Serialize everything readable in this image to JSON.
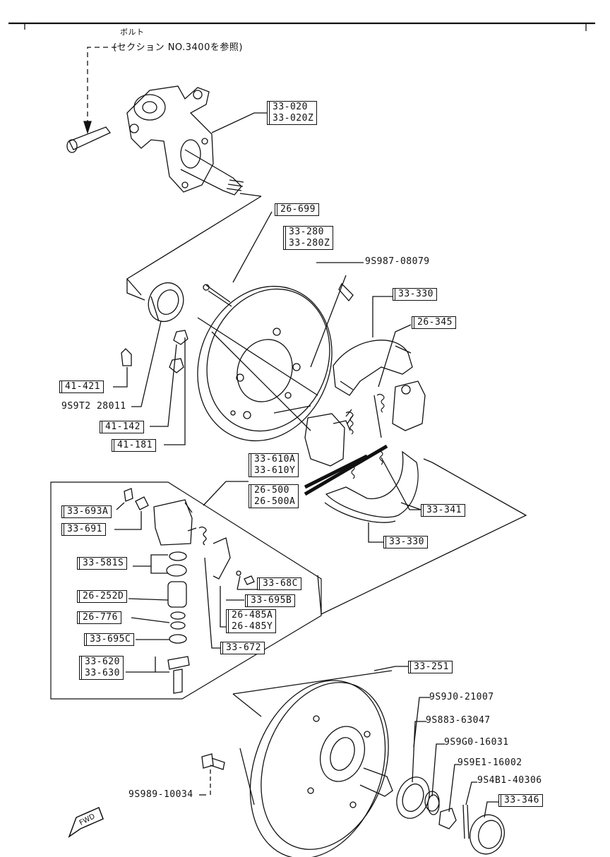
{
  "header": {
    "note_line1": "ボルト",
    "note_line2": "(セクション NO.3400を参照)"
  },
  "callouts": {
    "knuckle": [
      "33-020",
      "33-020Z"
    ],
    "bolt_26_699": [
      "26-699"
    ],
    "backing_plate": [
      "33-280",
      "33-280Z"
    ],
    "shoe_upper": [
      "33-330"
    ],
    "clip_26_345": [
      "26-345"
    ],
    "grommet": [
      "41-421"
    ],
    "nut_41_142": [
      "41-142"
    ],
    "washer_41_181": [
      "41-181"
    ],
    "wheel_cyl": [
      "33-610A",
      "33-610Y"
    ],
    "wheel_cyl_kit": [
      "26-500",
      "26-500A"
    ],
    "spring_33_341": [
      "33-341"
    ],
    "shoe_lower": [
      "33-330"
    ],
    "bleeder_cap": [
      "33-693A"
    ],
    "bleeder": [
      "33-691"
    ],
    "boot": [
      "33-581S"
    ],
    "piston": [
      "26-252D"
    ],
    "cup": [
      "26-776"
    ],
    "spring_695c": [
      "33-695C"
    ],
    "adjuster": [
      "33-620",
      "33-630"
    ],
    "screw_68c": [
      "33-68C"
    ],
    "lever_695b": [
      "33-695B"
    ],
    "lever_485": [
      "26-485A",
      "26-485Y"
    ],
    "spring_672": [
      "33-672"
    ],
    "drum": [
      "33-251"
    ],
    "grease_cap": [
      "33-346"
    ]
  },
  "part_numbers": {
    "bolt_top": "9S987-08079",
    "seal": "9S9T2 28011",
    "bearing_outer_race": "9S9J0-21007",
    "bearing": "9S883-63047",
    "washer": "9S9G0-16031",
    "nut": "9S9E1-16002",
    "cotter_pin": "9S4B1-40306",
    "hub_bolt": "9S989-10034"
  },
  "fwd_label": "FWD"
}
